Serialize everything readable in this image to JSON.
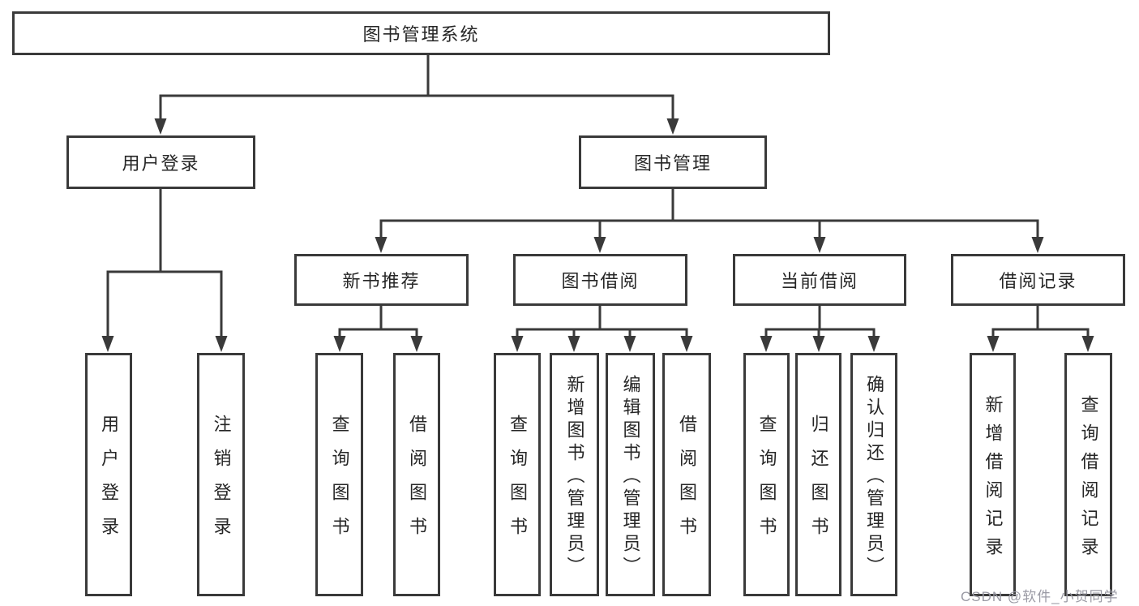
{
  "root": {
    "label": "图书管理系统"
  },
  "level2": {
    "user_login": {
      "label": "用户登录"
    },
    "book_mgmt": {
      "label": "图书管理"
    }
  },
  "level3": {
    "new_books": {
      "label": "新书推荐"
    },
    "borrow": {
      "label": "图书借阅"
    },
    "current": {
      "label": "当前借阅"
    },
    "records": {
      "label": "借阅记录"
    }
  },
  "leaves": {
    "user_login": {
      "login": "用户登录",
      "logout": "注销登录"
    },
    "new_books": {
      "query": "查询图书",
      "borrow": "借阅图书"
    },
    "borrow": {
      "query": "查询图书",
      "add": "新增图书（管理员）",
      "edit": "编辑图书（管理员）",
      "borrow": "借阅图书"
    },
    "current": {
      "query": "查询图书",
      "return": "归还图书",
      "confirm": "确认归还（管理员）"
    },
    "records": {
      "add": "新增借阅记录",
      "query": "查询借阅记录"
    }
  },
  "watermark": {
    "text": "CSDN @软件_小贺同学"
  },
  "colors": {
    "line": "#3a3a3a",
    "text": "#262626",
    "watermark": "#9a9aa4",
    "background": "#ffffff"
  }
}
